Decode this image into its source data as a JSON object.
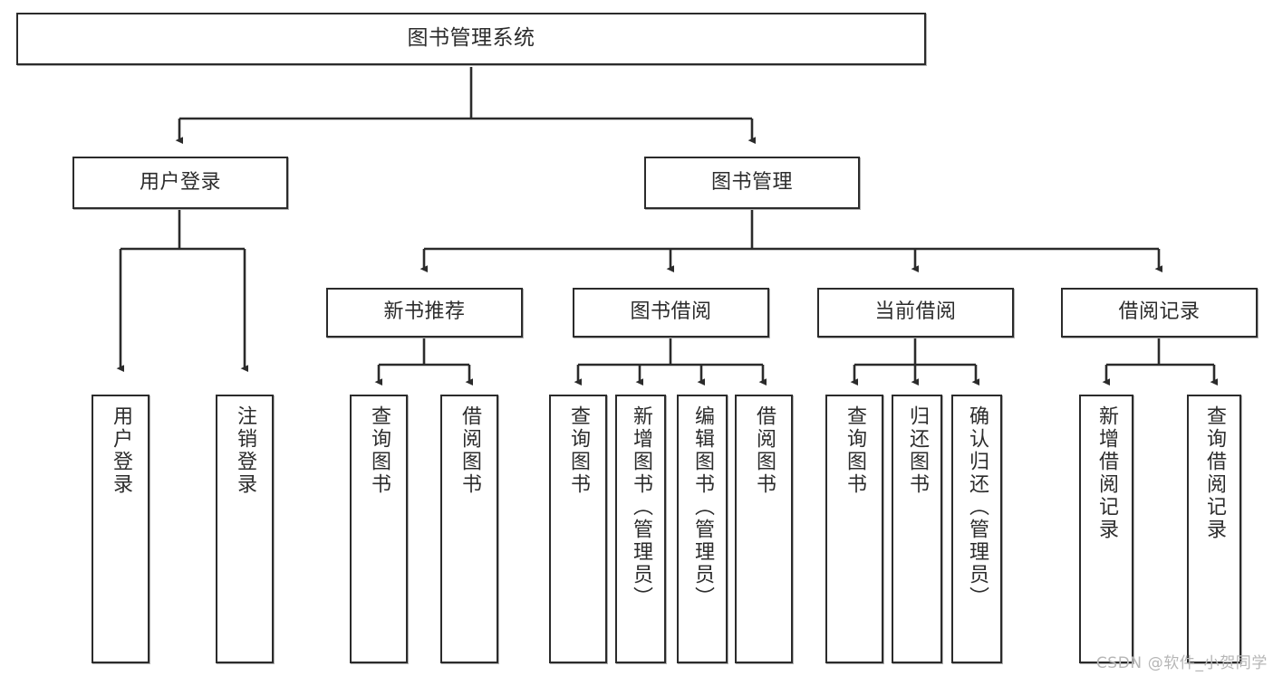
{
  "diagram": {
    "title": "图书管理系统",
    "type": "tree-hierarchy-diagram",
    "root": {
      "id": "root",
      "label": "图书管理系统"
    },
    "level2": [
      {
        "id": "user-login",
        "label": "用户登录"
      },
      {
        "id": "book-management",
        "label": "图书管理"
      }
    ],
    "level3": [
      {
        "id": "new-book-recommend",
        "label": "新书推荐",
        "parent": "book-management"
      },
      {
        "id": "book-borrow",
        "label": "图书借阅",
        "parent": "book-management"
      },
      {
        "id": "current-borrow",
        "label": "当前借阅",
        "parent": "book-management"
      },
      {
        "id": "borrow-record",
        "label": "借阅记录",
        "parent": "book-management"
      }
    ],
    "leaves": [
      {
        "id": "leaf-user-login",
        "label": "用户登录",
        "parent": "user-login"
      },
      {
        "id": "leaf-logout-login",
        "label": "注销登录",
        "parent": "user-login"
      },
      {
        "id": "leaf-query-book-1",
        "label": "查询图书",
        "parent": "new-book-recommend"
      },
      {
        "id": "leaf-borrow-book-1",
        "label": "借阅图书",
        "parent": "new-book-recommend"
      },
      {
        "id": "leaf-query-book-2",
        "label": "查询图书",
        "parent": "book-borrow"
      },
      {
        "id": "leaf-add-book-admin",
        "label": "新增图书（管理员）",
        "parent": "book-borrow"
      },
      {
        "id": "leaf-edit-book-admin",
        "label": "编辑图书（管理员）",
        "parent": "book-borrow"
      },
      {
        "id": "leaf-borrow-book-2",
        "label": "借阅图书",
        "parent": "book-borrow"
      },
      {
        "id": "leaf-query-book-3",
        "label": "查询图书",
        "parent": "current-borrow"
      },
      {
        "id": "leaf-return-book",
        "label": "归还图书",
        "parent": "current-borrow"
      },
      {
        "id": "leaf-confirm-return-admin",
        "label": "确认归还（管理员）",
        "parent": "current-borrow"
      },
      {
        "id": "leaf-add-borrow-record",
        "label": "新增借阅记录",
        "parent": "borrow-record"
      },
      {
        "id": "leaf-query-borrow-record",
        "label": "查询借阅记录",
        "parent": "borrow-record"
      }
    ],
    "colors": {
      "stroke": "#2b2b2b",
      "text": "#2c2c2c",
      "background": "#ffffff",
      "watermark": "#b6b6b6"
    }
  },
  "watermark": {
    "text": "CSDN @软件_小贺同学"
  }
}
